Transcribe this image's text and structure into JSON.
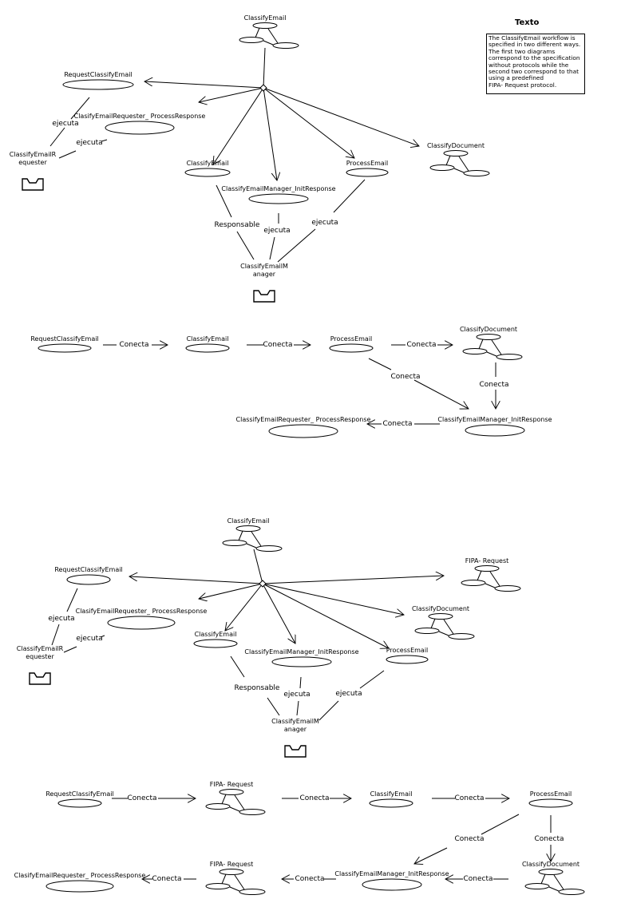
{
  "note": {
    "title": "Texto",
    "lines": [
      "The ClassifyEmail workflow is",
      "specified in two different ways.",
      "The first two diagrams",
      "correspond to the specification",
      "without protocols while the",
      "second two correspond to that",
      "using a predefined",
      "FIPA- Request protocol."
    ]
  },
  "diagram1": {
    "nodes": [
      {
        "id": "d1_classify_email_wf",
        "kind": "workflow",
        "label": "ClassifyEmail"
      },
      {
        "id": "d1_request_classify_email",
        "kind": "task",
        "label": "RequestClassifyEmail"
      },
      {
        "id": "d1_requester_process_response",
        "kind": "task",
        "label": "ClasifyEmailRequester_ ProcessResponse"
      },
      {
        "id": "d1_classify_email_task",
        "kind": "task",
        "label": "ClassifyEmail"
      },
      {
        "id": "d1_manager_init_response",
        "kind": "task",
        "label": "ClassifyEmailManager_InitResponse"
      },
      {
        "id": "d1_process_email",
        "kind": "task",
        "label": "ProcessEmail"
      },
      {
        "id": "d1_classify_document",
        "kind": "workflow",
        "label": "ClassifyDocument"
      },
      {
        "id": "d1_requester_role",
        "kind": "role",
        "label": [
          "ClassifyEmailR",
          "equester"
        ]
      },
      {
        "id": "d1_manager_role",
        "kind": "role",
        "label": [
          "ClassifyEmailM",
          "anager"
        ]
      }
    ],
    "edge_labels": [
      "ejecuta",
      "ejecuta",
      "Responsable",
      "ejecuta",
      "ejecuta"
    ]
  },
  "diagram2": {
    "nodes": [
      {
        "id": "d2_request_classify_email",
        "kind": "task",
        "label": "RequestClassifyEmail"
      },
      {
        "id": "d2_classify_email",
        "kind": "task",
        "label": "ClassifyEmail"
      },
      {
        "id": "d2_process_email",
        "kind": "task",
        "label": "ProcessEmail"
      },
      {
        "id": "d2_classify_document",
        "kind": "workflow",
        "label": "ClassifyDocument"
      },
      {
        "id": "d2_manager_init_response",
        "kind": "task",
        "label": "ClassifyEmailManager_InitResponse"
      },
      {
        "id": "d2_requester_process_response",
        "kind": "task",
        "label": "ClassifyEmailRequester_ ProcessResponse"
      }
    ],
    "edge_labels": [
      "Conecta",
      "Conecta",
      "Conecta",
      "Conecta",
      "Conecta",
      "Conecta"
    ]
  },
  "diagram3": {
    "nodes": [
      {
        "id": "d3_classify_email_wf",
        "kind": "workflow",
        "label": "ClassifyEmail"
      },
      {
        "id": "d3_request_classify_email",
        "kind": "task",
        "label": "RequestClassifyEmail"
      },
      {
        "id": "d3_requester_process_response",
        "kind": "task",
        "label": "ClasifyEmailRequester_ ProcessResponse"
      },
      {
        "id": "d3_classify_email_task",
        "kind": "task",
        "label": "ClassifyEmail"
      },
      {
        "id": "d3_manager_init_response",
        "kind": "task",
        "label": "ClassifyEmailManager_InitResponse"
      },
      {
        "id": "d3_process_email",
        "kind": "task",
        "label": "ProcessEmail"
      },
      {
        "id": "d3_fipa_request",
        "kind": "workflow",
        "label": "FIPA- Request"
      },
      {
        "id": "d3_classify_document",
        "kind": "workflow",
        "label": "ClassifyDocument"
      },
      {
        "id": "d3_requester_role",
        "kind": "role",
        "label": [
          "ClassifyEmailR",
          "equester"
        ]
      },
      {
        "id": "d3_manager_role",
        "kind": "role",
        "label": [
          "ClassifyEmailM",
          "anager"
        ]
      }
    ],
    "edge_labels": [
      "ejecuta",
      "ejecuta",
      "Responsable",
      "ejecuta",
      "ejecuta"
    ]
  },
  "diagram4": {
    "nodes": [
      {
        "id": "d4_request_classify_email",
        "kind": "task",
        "label": "RequestClassifyEmail"
      },
      {
        "id": "d4_fipa_request_top",
        "kind": "workflow",
        "label": "FIPA- Request"
      },
      {
        "id": "d4_classify_email",
        "kind": "task",
        "label": "ClassifyEmail"
      },
      {
        "id": "d4_process_email",
        "kind": "task",
        "label": "ProcessEmail"
      },
      {
        "id": "d4_classify_document",
        "kind": "workflow",
        "label": "ClassifyDocument"
      },
      {
        "id": "d4_manager_init_response",
        "kind": "task",
        "label": "ClassifyEmailManager_InitResponse"
      },
      {
        "id": "d4_fipa_request_bottom",
        "kind": "workflow",
        "label": "FIPA- Request"
      },
      {
        "id": "d4_requester_process_response",
        "kind": "task",
        "label": "ClasifyEmailRequester_ ProcessResponse"
      }
    ],
    "edge_labels": [
      "Conecta",
      "Conecta",
      "Conecta",
      "Conecta",
      "Conecta",
      "Conecta",
      "Conecta",
      "Conecta"
    ]
  }
}
